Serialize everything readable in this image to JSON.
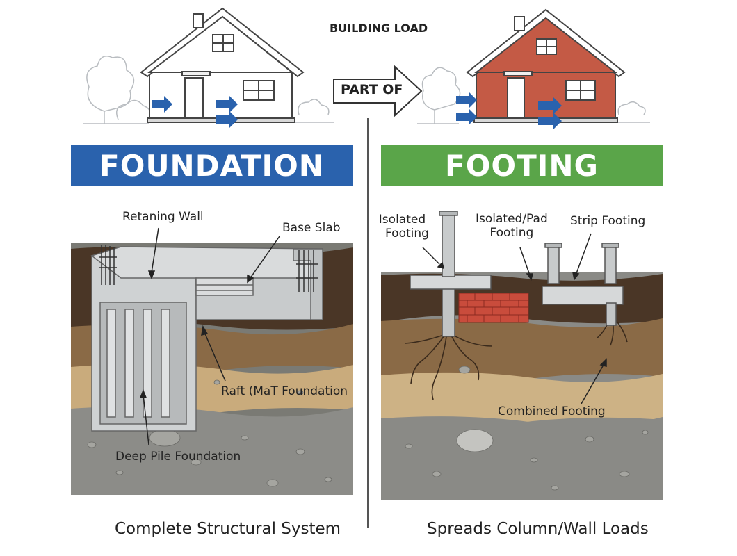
{
  "top": {
    "building_load": "BUILDING LOAD",
    "part_of": "PART OF"
  },
  "foundation": {
    "title": "FOUNDATION",
    "labels": {
      "retaining_wall": "Retaning Wall",
      "base_slab": "Base Slab",
      "raft": "Raft (MaT Foundation",
      "deep_pile": "Deep Pile Foundation"
    },
    "caption": "Complete Structural System",
    "color": "#2a62ad"
  },
  "footing": {
    "title": "FOOTING",
    "labels": {
      "isolated_line1": "Isolated",
      "isolated_line2": "Footing",
      "pad_line1": "Isolated/Pad",
      "pad_line2": "Footing",
      "strip": "Strip Footing",
      "combined": "Combined Footing"
    },
    "caption": "Spreads Column/Wall Loads",
    "color": "#5aa549"
  }
}
